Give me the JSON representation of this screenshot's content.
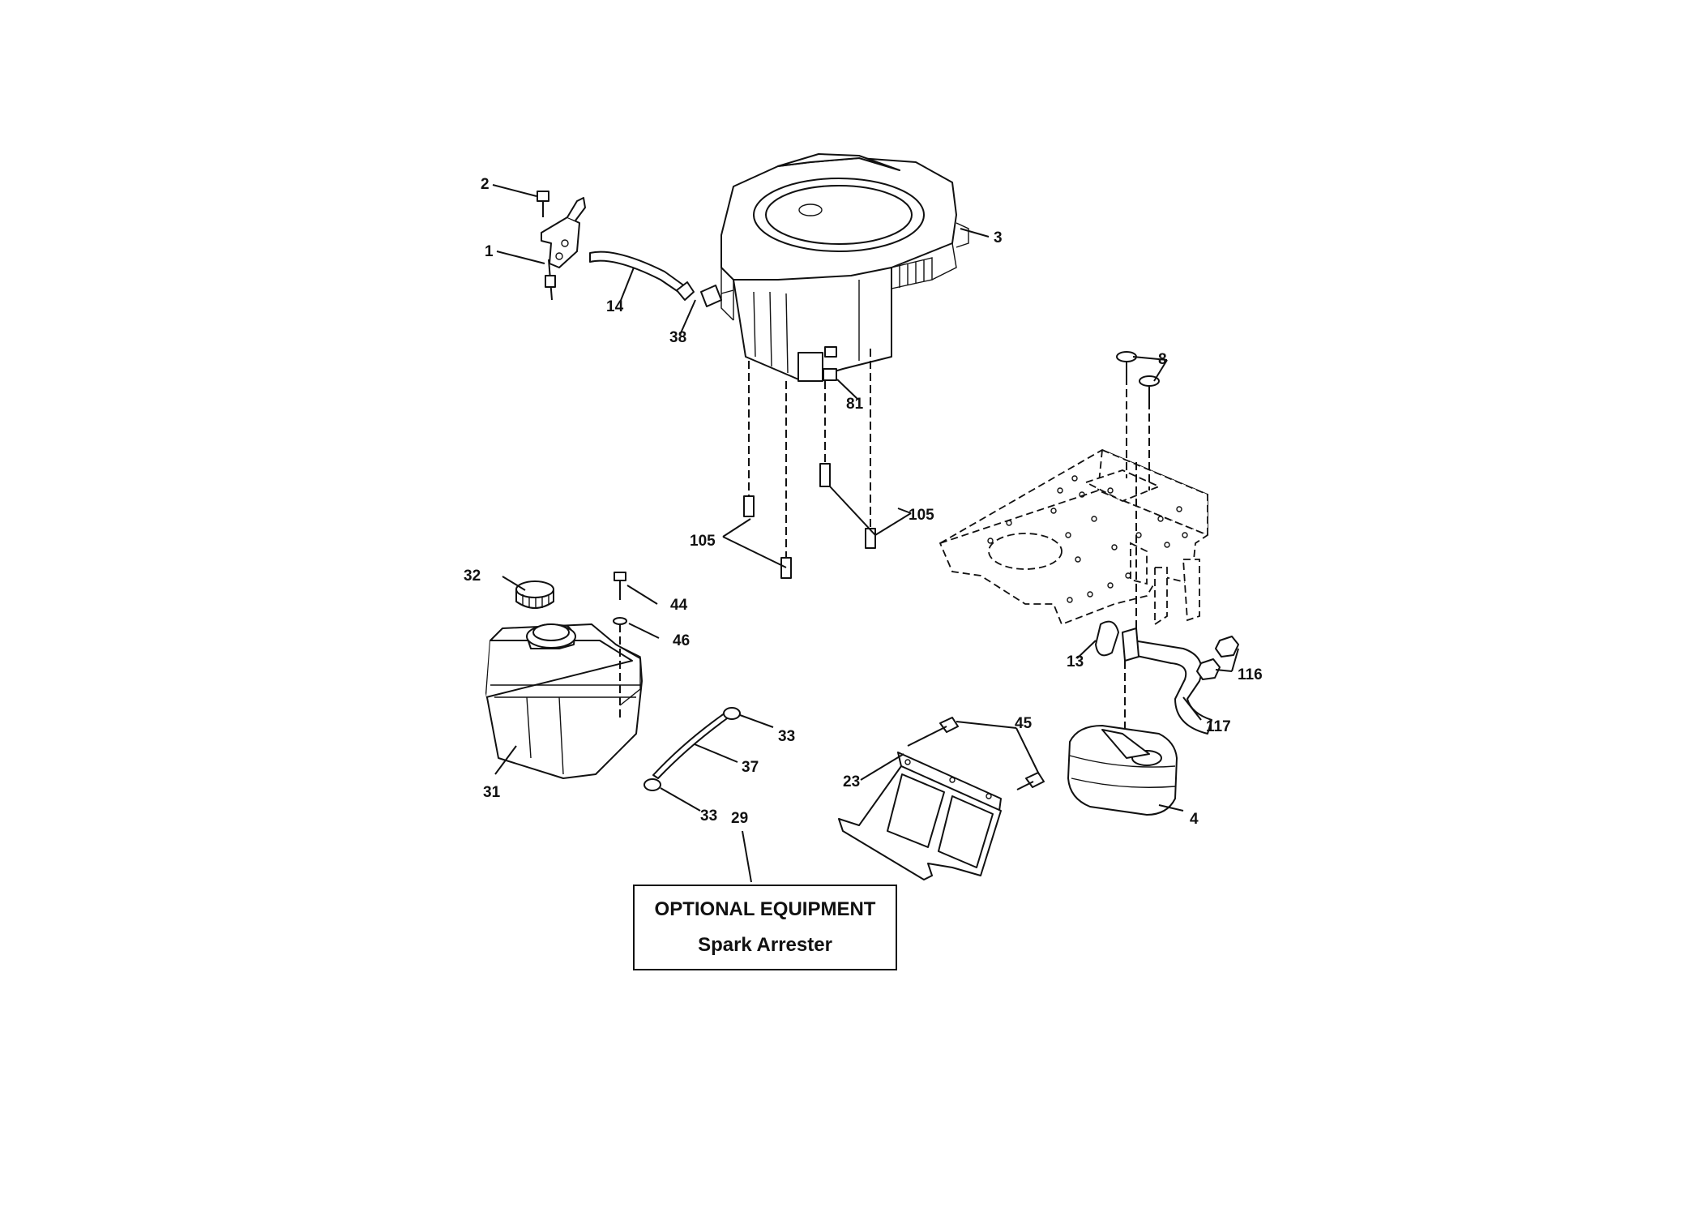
{
  "labels": {
    "p1": "1",
    "p2": "2",
    "p3": "3",
    "p4": "4",
    "p8": "8",
    "p13": "13",
    "p14": "14",
    "p23": "23",
    "p29": "29",
    "p31": "31",
    "p32": "32",
    "p33a": "33",
    "p33b": "33",
    "p37": "37",
    "p38": "38",
    "p44": "44",
    "p45": "45",
    "p46": "46",
    "p81": "81",
    "p105a": "105",
    "p105b": "105",
    "p116": "116",
    "p117": "117"
  },
  "note": {
    "line1": "OPTIONAL EQUIPMENT",
    "line2": "Spark Arrester"
  }
}
